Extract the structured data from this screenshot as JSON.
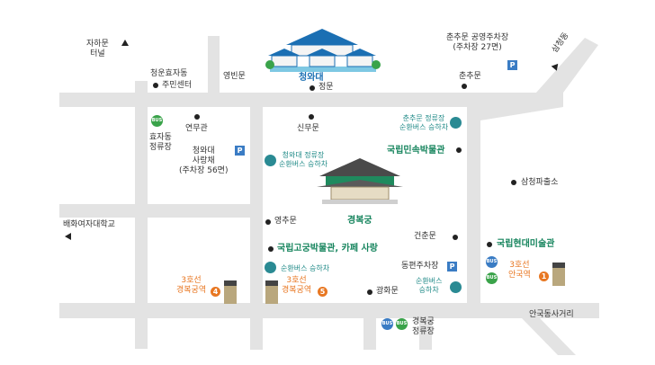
{
  "colors": {
    "road": "#e3e3e3",
    "label": "#333333",
    "green_label": "#17855e",
    "teal_label": "#1f8a87",
    "orange_label": "#e87722",
    "parking": "#3a7cc4",
    "bus_green": "#3aa34a",
    "bus_blue": "#3a7cc4",
    "line3": "#e87722"
  },
  "landmarks": {
    "jahamun_tunnel": [
      "자하문",
      "터널"
    ],
    "hyoja_center": [
      "청운효자동",
      "주민센터"
    ],
    "yeongbinmun": "영빈문",
    "cheongwadae": "청와대",
    "jeongmun": "정문",
    "chunchu_parking": [
      "춘추문 공영주차장",
      "(주차장 27면)"
    ],
    "chunchumun": "춘추문",
    "samcheong_dong": "삼청동",
    "yeonmugwan": "연무관",
    "hyojadong_stop": [
      "효자동",
      "정류장"
    ],
    "sarangchae": [
      "청와대",
      "사랑채",
      "(주차장 56면)"
    ],
    "sinmumun": "신무문",
    "chunchu_bus": [
      "춘추문 정류장",
      "순환버스 승하차"
    ],
    "cheongwadae_bus": [
      "청와대 정류장",
      "순환버스 승하차"
    ],
    "folk_museum": "국립민속박물관",
    "samcheong_police": "삼청파출소",
    "gyeongbokgung": "경복궁",
    "baehwa_univ": "배화여자대학교",
    "yeongchumun": "영추문",
    "geonchunmun": "건춘문",
    "mmca": "국립현대미술관",
    "palace_museum": "국립고궁박물관, 카페 사랑",
    "circular_bus_1": "순환버스 승하차",
    "dongpyeon_parking": "동편주차장",
    "station_gyeongbokgung_4": [
      "3호선",
      "경복궁역"
    ],
    "station_gyeongbokgung_5": [
      "3호선",
      "경복궁역"
    ],
    "gwanghwamun": "광화문",
    "circular_bus_2": [
      "순환버스",
      "승하차"
    ],
    "station_anguk": [
      "3호선",
      "안국역"
    ],
    "gyeongbokgung_stop": [
      "경복궁",
      "정류장"
    ],
    "anguk_intersection": "안국동사거리"
  },
  "badges": {
    "parking": "P",
    "bus": "BUS",
    "exit_4": "4",
    "exit_5": "5",
    "exit_1": "1"
  }
}
